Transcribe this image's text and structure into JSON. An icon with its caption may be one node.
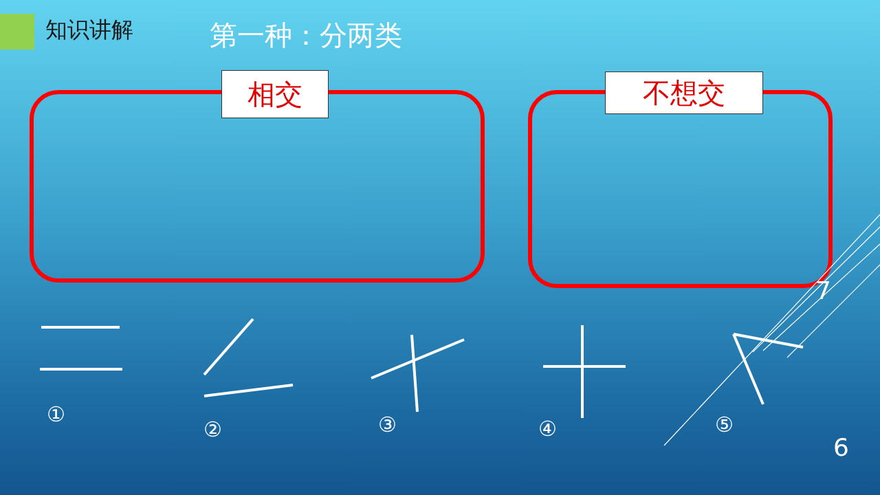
{
  "diagram": {
    "title": "第一种：分两类",
    "nodes": [
      {
        "text": [
          "相交"
        ]
      },
      {
        "text": [
          "不想交"
        ]
      }
    ],
    "labels": [
      "知识讲解",
      "①",
      "②",
      "③",
      "④",
      "⑤",
      "7",
      "6"
    ]
  }
}
